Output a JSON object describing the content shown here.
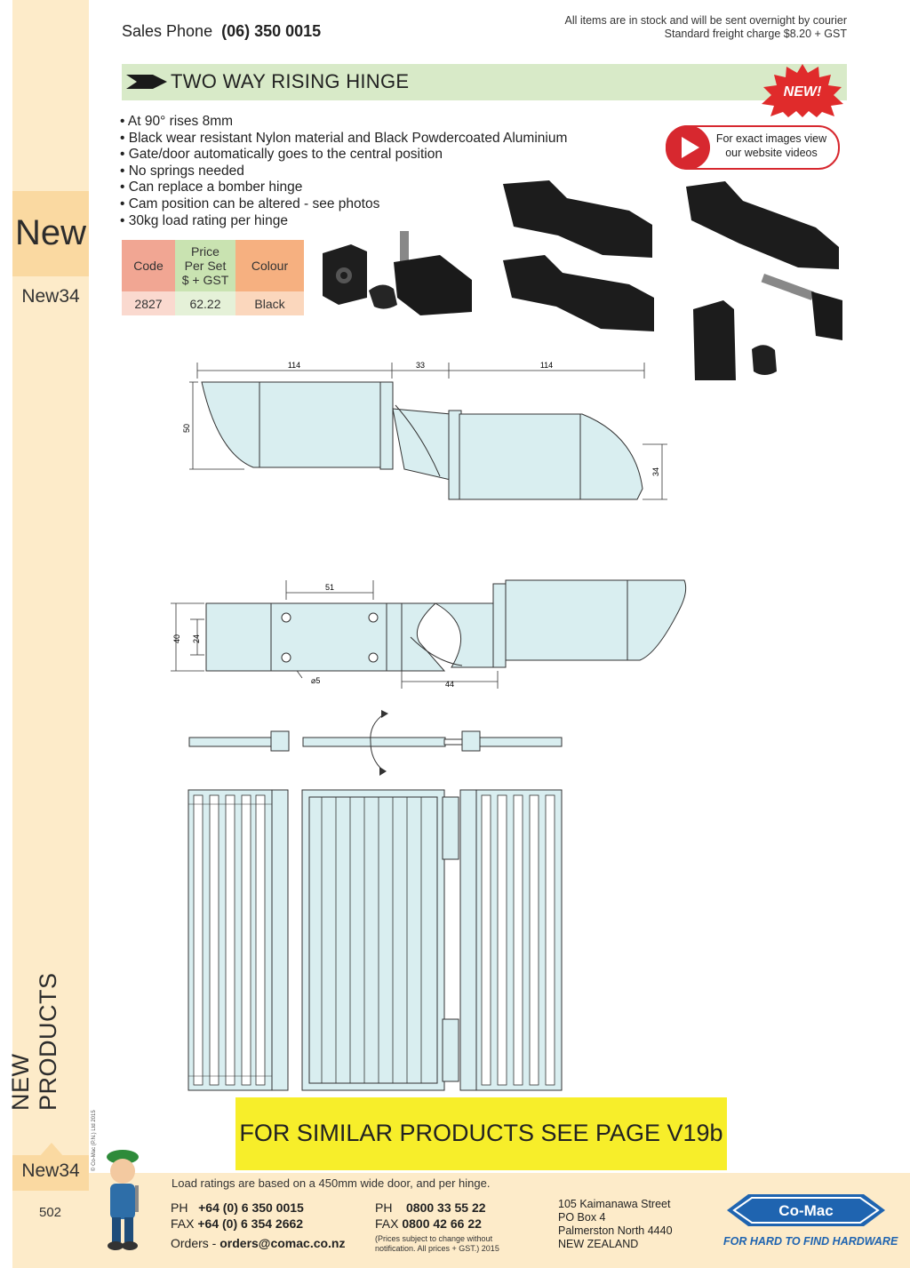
{
  "sidebar": {
    "new_tab": "New",
    "page_code_top": "New34",
    "section_label": "NEW PRODUCTS",
    "copyright": "© Co-Mac (P.N.) Ltd 2015",
    "page_code_bottom": "New34",
    "page_number": "502"
  },
  "header": {
    "sales_label": "Sales Phone",
    "sales_phone": "(06) 350 0015",
    "stock_line": "All items are in stock and will be sent overnight by courier",
    "freight_line": "Standard freight charge $8.20 + GST"
  },
  "product": {
    "title": "TWO WAY RISING HINGE",
    "new_badge": "NEW!",
    "features": [
      "• At 90° rises 8mm",
      "• Black wear resistant Nylon material and Black Powdercoated Aluminium",
      "• Gate/door automatically goes to the central position",
      "• No springs needed",
      "• Can replace a bomber hinge",
      "• Cam position can be altered - see photos",
      "• 30kg load rating per hinge"
    ],
    "video_line1": "For exact images view",
    "video_line2": "our website videos",
    "table": {
      "col_code": "Code",
      "col_price_1": "Price",
      "col_price_2": "Per Set",
      "col_price_3": "$ + GST",
      "col_colour": "Colour",
      "code": "2827",
      "price": "62.22",
      "colour": "Black"
    },
    "colors": {
      "code_header": "#f1a693",
      "price_header": "#c9e3b1",
      "colour_header": "#f6b080",
      "code_cell": "#fad9cf",
      "price_cell": "#e5f1d8",
      "colour_cell": "#fbd7bd"
    }
  },
  "drawings": {
    "dim_114_left": "114",
    "dim_33": "33",
    "dim_114_right": "114",
    "dim_50": "50",
    "dim_34": "34",
    "dim_51": "51",
    "dim_40": "40",
    "dim_24": "24",
    "dim_5": "⌀5",
    "dim_44": "44"
  },
  "similar": "FOR SIMILAR PRODUCTS SEE PAGE V19b",
  "footer": {
    "load_note": "Load ratings are based on a 450mm wide door, and per hinge.",
    "ph_label": "PH",
    "ph": "+64 (0) 6 350 0015",
    "fax_label": "FAX",
    "fax": "+64 (0) 6 354 2662",
    "orders_label": "Orders -",
    "orders": "orders@comac.co.nz",
    "ph2_label": "PH",
    "ph2": "0800 33 55 22",
    "fax2_label": "FAX",
    "fax2": "0800 42 66 22",
    "prices_note_1": "(Prices subject to change without",
    "prices_note_2": "notification. All prices + GST.)  2015",
    "address_1": "105 Kaimanawa Street",
    "address_2": "PO Box 4",
    "address_3": "Palmerston North 4440",
    "address_4": "NEW ZEALAND",
    "brand": "Co-Mac",
    "tagline": "FOR HARD TO FIND HARDWARE"
  }
}
